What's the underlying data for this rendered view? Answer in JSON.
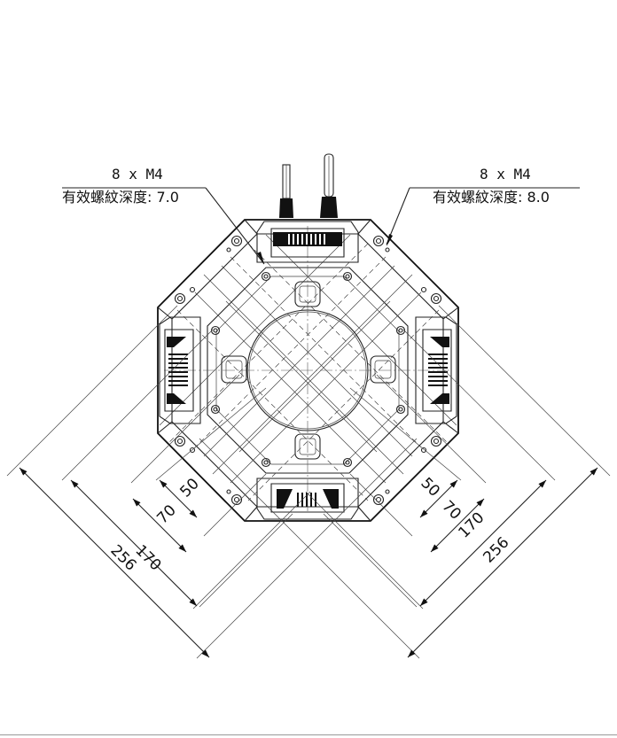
{
  "callouts": {
    "left": {
      "spec": "8 x M4",
      "depth": "有效螺紋深度: 7.0"
    },
    "right": {
      "spec": "8 x M4",
      "depth": "有效螺紋深度: 8.0"
    }
  },
  "dimensions": {
    "left": [
      "50",
      "70",
      "170",
      "256"
    ],
    "right": [
      "50",
      "70",
      "170",
      "256"
    ]
  }
}
